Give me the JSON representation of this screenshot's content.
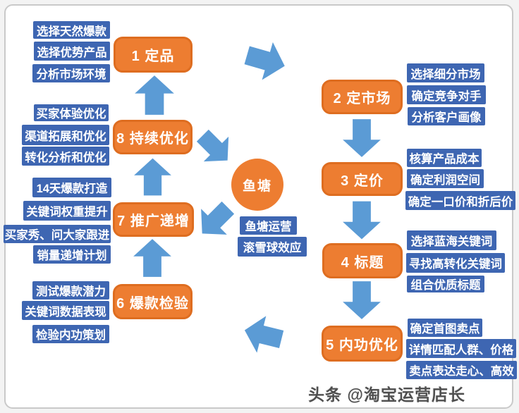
{
  "title": "鱼塘运营流程图",
  "colors": {
    "stage_orange": "#ED7D31",
    "stage_border": "#de6d20",
    "note_blue": "#3E66B2",
    "arrow_blue": "#5B9BD5",
    "frame_gray": "#c9c9c9"
  },
  "stages": [
    {
      "label": "1 定品",
      "notes": [
        "选择天然爆款",
        "选择优势产品",
        "分析市场环境"
      ]
    },
    {
      "label": "2 定市场",
      "notes": [
        "选择细分市场",
        "确定竞争对手",
        "分析客户画像"
      ]
    },
    {
      "label": "3 定价",
      "notes": [
        "核算产品成本",
        "确定利润空间",
        "确定一口价和折后价"
      ]
    },
    {
      "label": "4 标题",
      "notes": [
        "选择蓝海关键词",
        "寻找高转化关键词",
        "组合优质标题"
      ]
    },
    {
      "label": "5 内功优化",
      "notes": [
        "确定首图卖点",
        "详情匹配人群、价格",
        "卖点表达走心、高效"
      ]
    },
    {
      "label": "6 爆款检验",
      "notes": [
        "测试爆款潜力",
        "关键词数据表现",
        "检验内功策划"
      ]
    },
    {
      "label": "7 推广递增",
      "notes": [
        "14天爆款打造",
        "关键词权重提升",
        "买家秀、问大家跟进",
        "销量递增计划"
      ]
    },
    {
      "label": "8 持续优化",
      "notes": [
        "买家体验优化",
        "渠道拓展和优化",
        "转化分析和优化"
      ]
    }
  ],
  "center": {
    "label": "鱼塘",
    "notes": [
      "鱼塘运营",
      "滚雪球效应"
    ]
  },
  "watermark": "头条 @淘宝运营店长"
}
